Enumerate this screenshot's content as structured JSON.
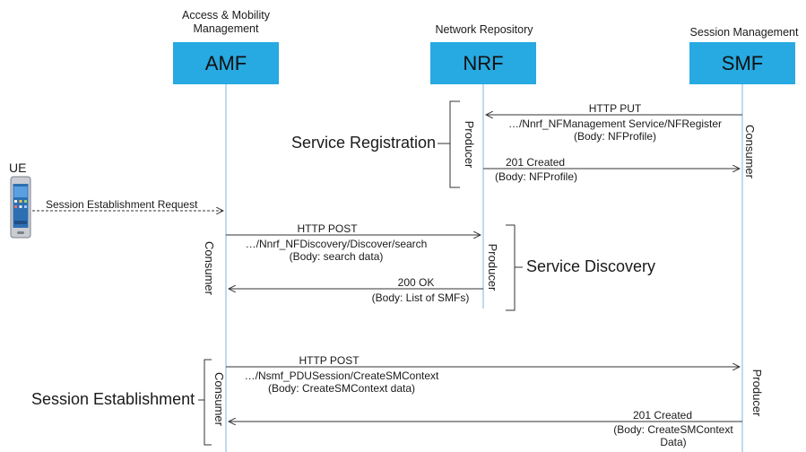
{
  "functions": [
    {
      "id": "amf",
      "header": "Access & Mobility Management",
      "label": "AMF"
    },
    {
      "id": "nrf",
      "header": "Network Repository",
      "label": "NRF"
    },
    {
      "id": "smf",
      "header": "Session Management",
      "label": "SMF"
    }
  ],
  "ue": {
    "label": "UE"
  },
  "procedures": {
    "registration": "Service Registration",
    "discovery": "Service Discovery",
    "establishment": "Session Establishment"
  },
  "roles": {
    "producer": "Producer",
    "consumer": "Consumer"
  },
  "messages": {
    "session_request": "Session Establishment Request",
    "reg_put": {
      "line1": "HTTP PUT",
      "line2": "…/Nnrf_NFManagement Service/NFRegister",
      "line3": "(Body: NFProfile)"
    },
    "reg_resp": {
      "line1": "201 Created",
      "line2": "(Body: NFProfile)"
    },
    "disc_post": {
      "line1": "HTTP POST",
      "line2": "…/Nnrf_NFDiscovery/Discover/search",
      "line3": "(Body: search data)"
    },
    "disc_resp": {
      "line1": "200 OK",
      "line2": "(Body: List of SMFs)"
    },
    "est_post": {
      "line1": "HTTP POST",
      "line2": "…/Nsmf_PDUSession/CreateSMContext",
      "line3": "(Body: CreateSMContext data)"
    },
    "est_resp": {
      "line1": "201 Created",
      "line2": "(Body: CreateSMContext",
      "line3": "Data)"
    }
  },
  "colors": {
    "nf_box": "#27a9e1",
    "lifeline": "#7fb6dc",
    "arrow": "#333333"
  }
}
